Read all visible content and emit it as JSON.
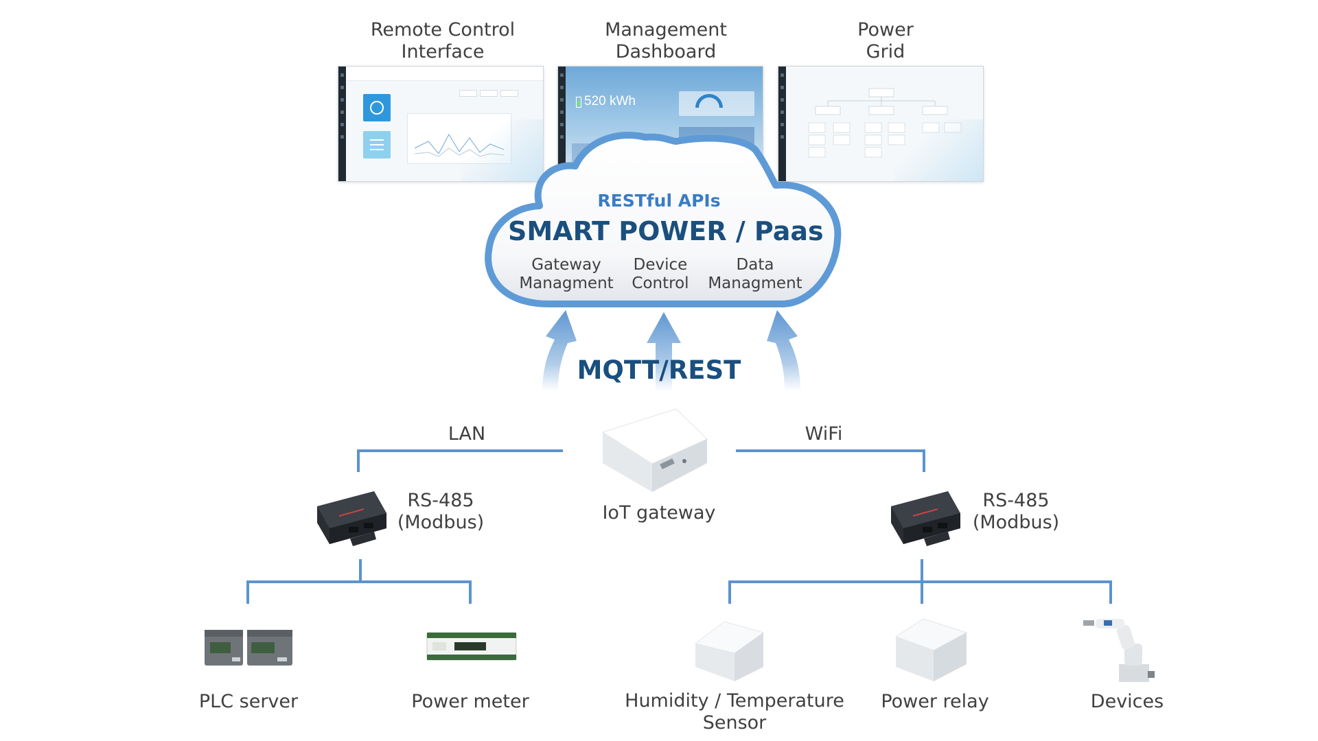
{
  "screens": [
    {
      "id": "remote",
      "title_line1": "Remote Control",
      "title_line2": "Interface"
    },
    {
      "id": "dashboard",
      "title_line1": "Management",
      "title_line2": "Dashboard",
      "energy_value": "520 kWh"
    },
    {
      "id": "grid",
      "title_line1": "Power",
      "title_line2": "Grid"
    }
  ],
  "cloud": {
    "subtitle": "RESTful APIs",
    "title": "SMART POWER / Paas",
    "modules": [
      {
        "line1": "Gateway",
        "line2": "Managment"
      },
      {
        "line1": "Device",
        "line2": "Control"
      },
      {
        "line1": "Data",
        "line2": "Managment"
      }
    ]
  },
  "protocol": "MQTT/REST",
  "gateway": {
    "label": "IoT gateway"
  },
  "links": {
    "left": "LAN",
    "right": "WiFi"
  },
  "converters": {
    "left": {
      "line1": "RS-485",
      "line2": "(Modbus)"
    },
    "right": {
      "line1": "RS-485",
      "line2": "(Modbus)"
    }
  },
  "devices": {
    "plc": {
      "label": "PLC server"
    },
    "meter": {
      "label": "Power meter"
    },
    "sensor": {
      "line1": "Humidity / Temperature",
      "line2": "Sensor"
    },
    "relay": {
      "label": "Power relay"
    },
    "robot": {
      "label": "Devices"
    }
  },
  "colors": {
    "line": "#5b93cf",
    "cloud_border": "#5e9ad6",
    "title_dark": "#1a4f7e",
    "subtitle_blue": "#3a7cc4",
    "arrow": "#5f97d2"
  }
}
